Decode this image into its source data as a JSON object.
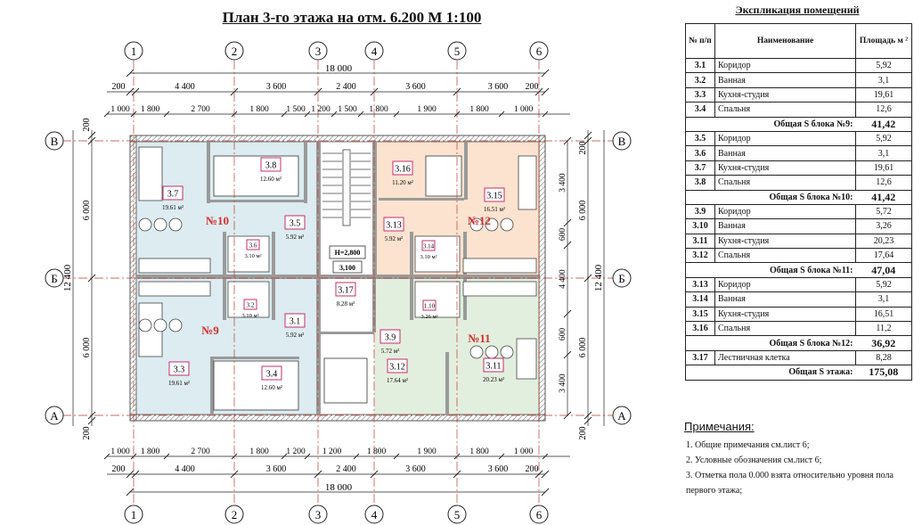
{
  "plan": {
    "title": "План 3-го этажа на отм. 6.200 М 1:100",
    "axes_numbers": [
      "1",
      "2",
      "3",
      "4",
      "5",
      "6"
    ],
    "axes_letters": [
      "В",
      "Б",
      "А"
    ],
    "overall_width": "18 000",
    "overall_depth": "12 400",
    "dim_row_main": [
      "200",
      "4 400",
      "3 600",
      "2 400",
      "3 600",
      "3 600",
      "200"
    ],
    "dim_row_detail": [
      "1 000",
      "1 800",
      "2 700",
      "1 800",
      "1 500",
      "1 200",
      "1 500",
      "1 800",
      "1 900",
      "1 800",
      "1 000"
    ],
    "dim_row_bottom_detail": [
      "1 000",
      "1 800",
      "2 700",
      "1 800",
      "1 200",
      "1 200",
      "1 800",
      "1 900",
      "1 800",
      "1 000"
    ],
    "dim_left": [
      "200",
      "6 000",
      "6 000",
      "200"
    ],
    "dim_right_outer": [
      "200",
      "6 000",
      "6 000",
      "200"
    ],
    "dim_right_inner": [
      "3 400",
      "600",
      "4 400",
      "600",
      "3 400"
    ],
    "stair_height": "H=2,800",
    "stair_mark": "3,100",
    "blocks": [
      {
        "label": "№10"
      },
      {
        "label": "№12"
      },
      {
        "label": "№9"
      },
      {
        "label": "№11"
      }
    ],
    "rooms": [
      {
        "no": "3.7",
        "area": "19.61 м²"
      },
      {
        "no": "3.8",
        "area": "12.60 м²"
      },
      {
        "no": "3.5",
        "area": "5.92 м²"
      },
      {
        "no": "3.6",
        "area": "3.10 м²"
      },
      {
        "no": "3.16",
        "area": "11.20 м²"
      },
      {
        "no": "3.15",
        "area": "16.51 м²"
      },
      {
        "no": "3.13",
        "area": "5.92 м²"
      },
      {
        "no": "3.14",
        "area": "3.10 м²"
      },
      {
        "no": "3.17",
        "area": "8.28 м²"
      },
      {
        "no": "3.2",
        "area": "3.10 м²"
      },
      {
        "no": "3.1",
        "area": "5.92 м²"
      },
      {
        "no": "3.3",
        "area": "19.61 м²"
      },
      {
        "no": "3.4",
        "area": "12.60 м²"
      },
      {
        "no": "1.10",
        "area": "3.26 м²"
      },
      {
        "no": "3.9",
        "area": "5.72 м²"
      },
      {
        "no": "3.12",
        "area": "17.64 м²"
      },
      {
        "no": "3.11",
        "area": "20.23 м²"
      }
    ]
  },
  "colors": {
    "block9_10": "#dcecf0",
    "block12": "#fbe3d0",
    "block11": "#e3efde",
    "stair": "#ffffff",
    "wall": "#8c8c8c",
    "axis": "#c0392b",
    "label": "#c2185b"
  },
  "explication": {
    "title": "Экспликация помещений",
    "header": {
      "no": "№ п/п",
      "name": "Наименование",
      "area": "Площадь м ²"
    },
    "rows": [
      {
        "type": "room",
        "no": "3.1",
        "name": "Коридор",
        "area": "5,92"
      },
      {
        "type": "room",
        "no": "3.2",
        "name": "Ванная",
        "area": "3,1"
      },
      {
        "type": "room",
        "no": "3.3",
        "name": "Кухня-студия",
        "area": "19,61"
      },
      {
        "type": "room",
        "no": "3.4",
        "name": "Спальня",
        "area": "12,6"
      },
      {
        "type": "total",
        "label": "Общая S блока №9:",
        "value": "41,42"
      },
      {
        "type": "room",
        "no": "3.5",
        "name": "Коридор",
        "area": "5,92"
      },
      {
        "type": "room",
        "no": "3.6",
        "name": "Ванная",
        "area": "3,1"
      },
      {
        "type": "room",
        "no": "3.7",
        "name": "Кухня-студия",
        "area": "19,61"
      },
      {
        "type": "room",
        "no": "3.8",
        "name": "Спальня",
        "area": "12,6"
      },
      {
        "type": "total",
        "label": "Общая S блока №10:",
        "value": "41,42"
      },
      {
        "type": "room",
        "no": "3.9",
        "name": "Коридор",
        "area": "5,72"
      },
      {
        "type": "room",
        "no": "3.10",
        "name": "Ванная",
        "area": "3,26"
      },
      {
        "type": "room",
        "no": "3.11",
        "name": "Кухня-студия",
        "area": "20,23"
      },
      {
        "type": "room",
        "no": "3.12",
        "name": "Спальня",
        "area": "17,64"
      },
      {
        "type": "total",
        "label": "Общая S блока №11:",
        "value": "47,04"
      },
      {
        "type": "room",
        "no": "3.13",
        "name": "Коридор",
        "area": "5,92"
      },
      {
        "type": "room",
        "no": "3.14",
        "name": "Ванная",
        "area": "3,1"
      },
      {
        "type": "room",
        "no": "3.15",
        "name": "Кухня-студия",
        "area": "16,51"
      },
      {
        "type": "room",
        "no": "3.16",
        "name": "Спальня",
        "area": "11,2"
      },
      {
        "type": "total",
        "label": "Общая S блока №12:",
        "value": "36,92"
      },
      {
        "type": "room",
        "no": "3.17",
        "name": "Лестничная клетка",
        "area": "8,28"
      },
      {
        "type": "total",
        "label": "Общая S этажа:",
        "value": "175,08"
      }
    ]
  },
  "notes": {
    "title": "Примечания:",
    "items": [
      "1. Общие примечания см.лист 6;",
      "2. Условные обозначения см.лист 6;",
      "3. Отметка пола 0.000 взята относительно уровня пола первого этажа;"
    ]
  }
}
